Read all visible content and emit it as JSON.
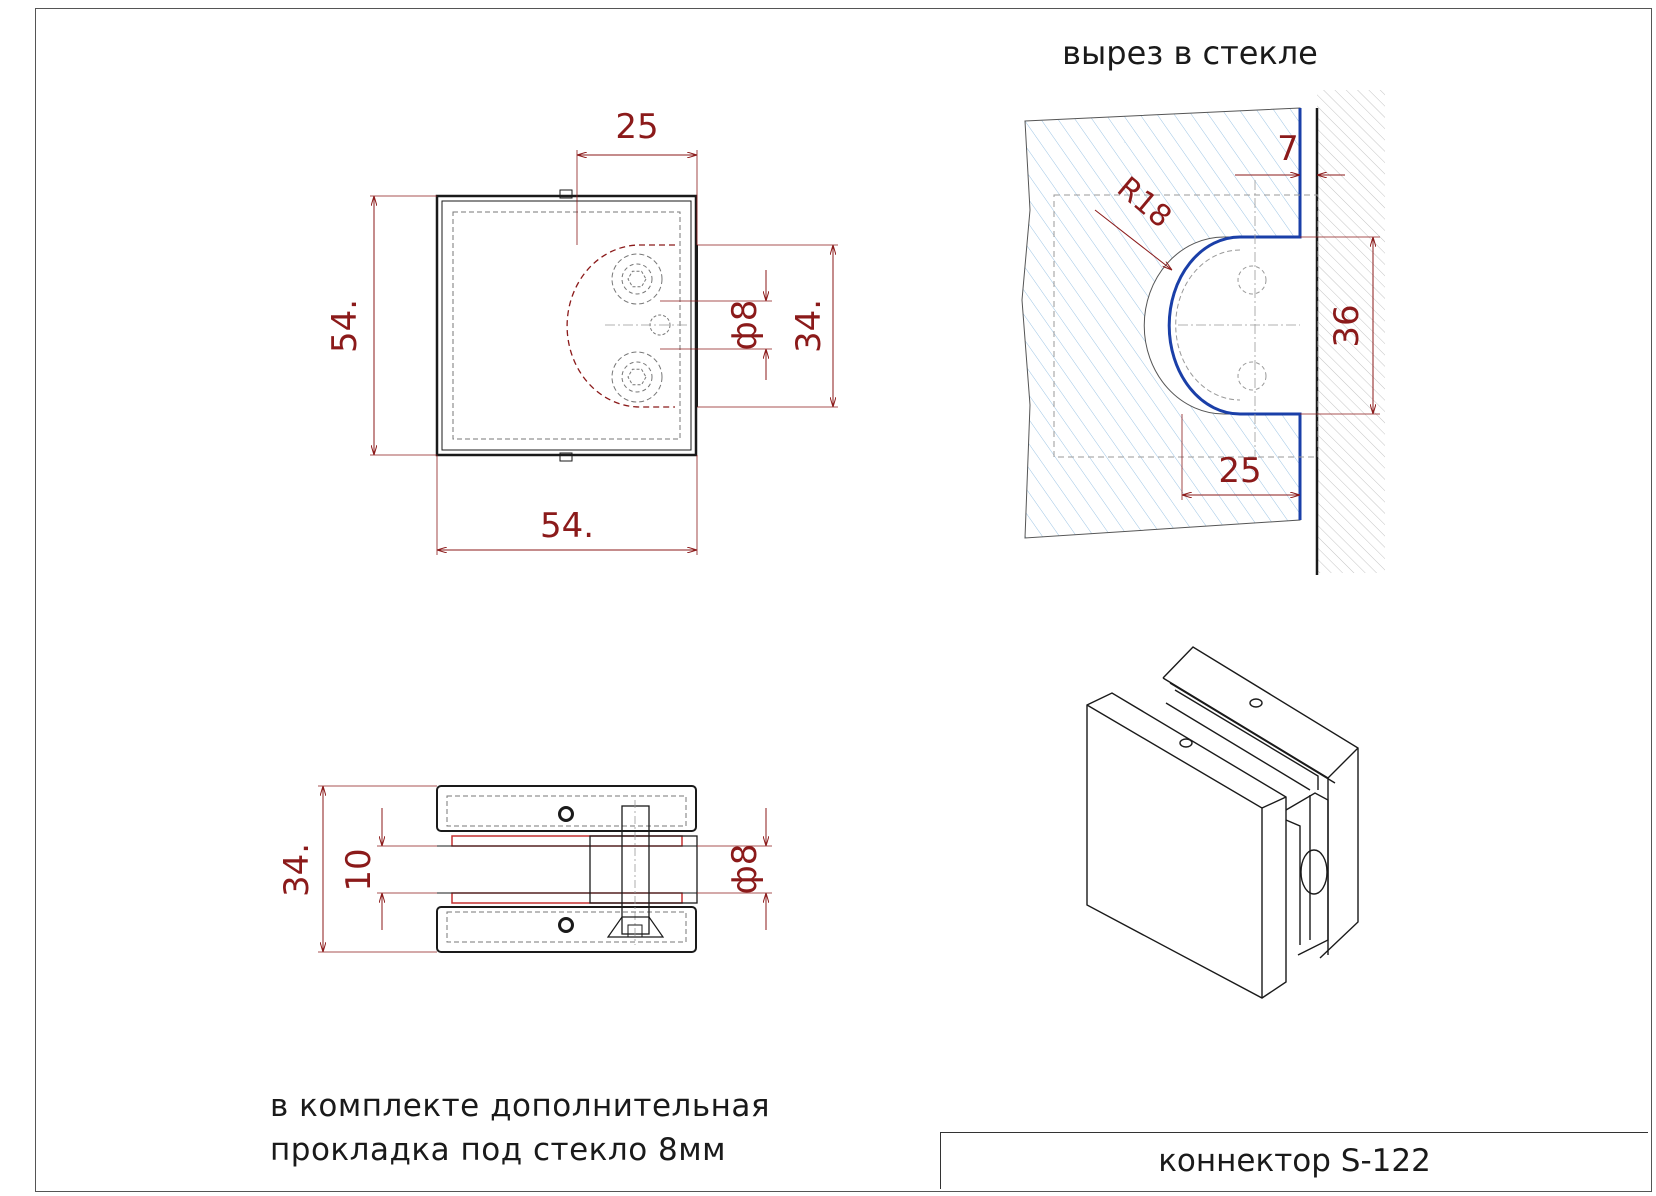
{
  "cutout_view": {
    "title": "вырез в стекле",
    "dim_depth": "7",
    "dim_radius": "R18",
    "dim_height": "36",
    "dim_width": "25"
  },
  "front_view": {
    "dim_top": "25",
    "dim_height": "54.",
    "dim_width": "54.",
    "dim_hole": "ф8",
    "dim_hole_spacing": "34."
  },
  "side_view": {
    "dim_height": "34.",
    "dim_gap": "10",
    "dim_hole": "ф8"
  },
  "note": {
    "line1": "в комплекте дополнительная",
    "line2": "прокладка под стекло 8мм"
  },
  "title_block": {
    "product": "коннектор S-122"
  },
  "colors": {
    "dimension": "#8b1a1a",
    "cutout_outline": "#1a3fa8",
    "glass_hatch": "#9cc4e4",
    "outline": "#1a1a1a"
  }
}
